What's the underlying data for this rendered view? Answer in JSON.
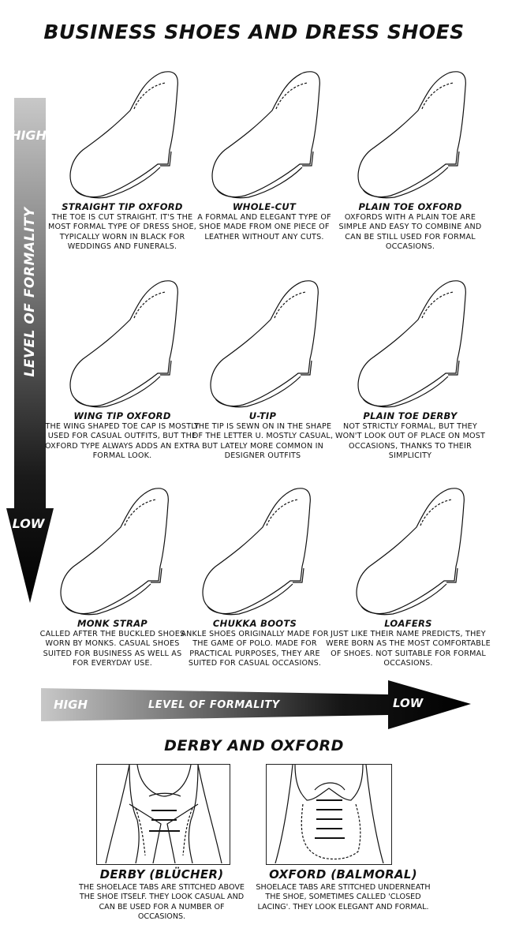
{
  "title": "BUSINESS SHOES AND DRESS SHOES",
  "vertical_axis": {
    "high_label": "HIGH",
    "low_label": "LOW",
    "axis_label": "LEVEL OF FORMALITY"
  },
  "shoes": [
    {
      "name": "STRAIGHT TIP OXFORD",
      "description": "The toe is cut straight. It's the most formal type of dress shoe, typically worn in black for weddings and funerals.",
      "icon": "straight-tip-oxford"
    },
    {
      "name": "WHOLE-CUT",
      "description": "A formal and elegant type of shoe made from one piece of leather without any cuts.",
      "icon": "whole-cut"
    },
    {
      "name": "PLAIN TOE OXFORD",
      "description": "Oxfords with a plain toe are simple and easy to combine and can be still used for formal occasions.",
      "icon": "plain-toe-oxford"
    },
    {
      "name": "WING TIP OXFORD",
      "description": "The wing shaped toe cap is mostly used for casual outfits, but the oxford type always adds an extra formal look.",
      "icon": "wing-tip-oxford"
    },
    {
      "name": "U-TIP",
      "description": "The tip is sewn on in the shape of the letter U. Mostly casual, but lately more common in designer outfits",
      "icon": "u-tip"
    },
    {
      "name": "PLAIN TOE DERBY",
      "description": "Not strictly formal, but they won't look out of place on most occasions, thanks to their simplicity",
      "icon": "plain-toe-derby"
    },
    {
      "name": "MONK STRAP",
      "description": "Called after the buckled shoes worn by monks. Casual shoes suited for business as well as for everyday use.",
      "icon": "monk-strap"
    },
    {
      "name": "CHUKKA BOOTS",
      "description": "Ankle shoes originally made for the game of polo. Made for practical purposes, they are suited for casual occasions.",
      "icon": "chukka-boots"
    },
    {
      "name": "LOAFERS",
      "description": "Just like their name predicts, they were born as the most comfortable of shoes. Not suitable for formal occasions.",
      "icon": "loafers"
    }
  ],
  "horizontal_axis": {
    "high_label": "HIGH",
    "axis_label": "LEVEL OF FORMALITY",
    "low_label": "LOW"
  },
  "comparison": {
    "title": "DERBY AND OXFORD",
    "items": [
      {
        "name": "DERBY (BLÜCHER)",
        "description": "The shoelace tabs are stitched above the shoe itself. They look casual and can be used for a number of occasions.",
        "icon": "derby-lacing"
      },
      {
        "name": "OXFORD (BALMORAL)",
        "description": "Shoelace tabs are stitched underneath the shoe, sometimes called 'closed lacing'. They look elegant and formal.",
        "icon": "oxford-lacing"
      }
    ]
  },
  "colors": {
    "arrow_light": "#c8c8c8",
    "arrow_dark": "#000000",
    "ink": "#111111"
  }
}
